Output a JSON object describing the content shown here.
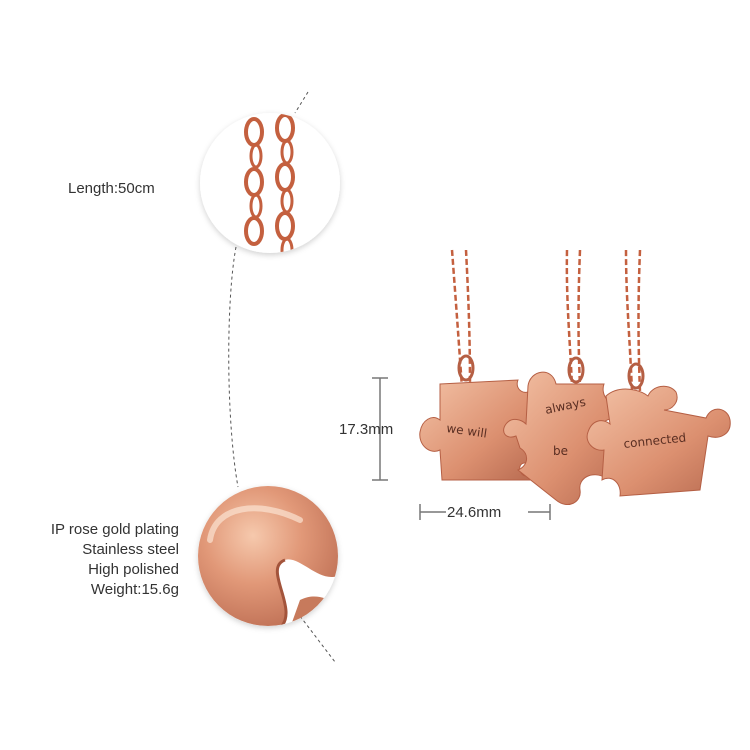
{
  "callouts": {
    "length": "Length:50cm"
  },
  "specs": [
    "IP rose gold plating",
    "Stainless steel",
    "High polished",
    "Weight:15.6g"
  ],
  "dimensions": {
    "height": "17.3mm",
    "width": "24.6mm"
  },
  "engraving": {
    "piece_1": "we will",
    "piece_2_top": "always",
    "piece_2_bottom": "be",
    "piece_3": "connected"
  },
  "colors": {
    "rose_gold": "#d98a6a",
    "rose_gold_dark": "#b55f44",
    "chain": "#c4603f",
    "text": "#333333",
    "guide_line": "#555555"
  }
}
